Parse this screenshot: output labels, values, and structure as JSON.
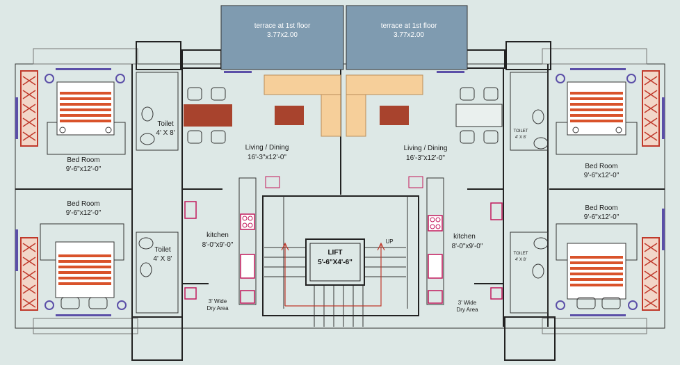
{
  "terraces": [
    {
      "title": "terrace at 1st floor",
      "size": "3.77x2.00"
    },
    {
      "title": "terrace at 1st floor",
      "size": "3.77x2.00"
    }
  ],
  "rooms": {
    "bed_tl": {
      "name": "Bed Room",
      "size": "9'-6\"x12'-0\""
    },
    "bed_bl": {
      "name": "Bed Room",
      "size": "9'-6\"x12'-0\""
    },
    "bed_tr": {
      "name": "Bed Room",
      "size": "9'-6\"x12'-0\""
    },
    "bed_br": {
      "name": "Bed Room",
      "size": "9'-6\"x12'-0\""
    },
    "toilet_tl": {
      "name": "Toilet",
      "size": "4' X 8'"
    },
    "toilet_bl": {
      "name": "Toilet",
      "size": "4' X 8'"
    },
    "toilet_tr": {
      "name": "TOILET",
      "size": "4' X 8'"
    },
    "toilet_br": {
      "name": "TOILET",
      "size": "4' X 8'"
    },
    "living_l": {
      "name": "Living / Dining",
      "size": "16'-3\"x12'-0\""
    },
    "living_r": {
      "name": "Living / Dining",
      "size": "16'-3\"x12'-0\""
    },
    "kitchen_l": {
      "name": "kitchen",
      "size": "8'-0\"x9'-0\""
    },
    "kitchen_r": {
      "name": "kitchen",
      "size": "8'-0\"x9'-0\""
    },
    "dry_l": {
      "line1": "3' Wide",
      "line2": "Dry Area"
    },
    "dry_r": {
      "line1": "3' Wide",
      "line2": "Dry Area"
    },
    "lift": {
      "name": "LIFT",
      "size": "5'-6\"X4'-6\""
    },
    "stairs": {
      "label": "UP"
    }
  },
  "colors": {
    "background": "#dde8e6",
    "terrace": "#7f9bb0",
    "bed_stripe": "#d9532b",
    "wardrobe": "#c0392b",
    "table": "#a8432d",
    "sofa": "#f6cf9a",
    "fixture": "#c2185b",
    "window": "#5b4fa8"
  }
}
